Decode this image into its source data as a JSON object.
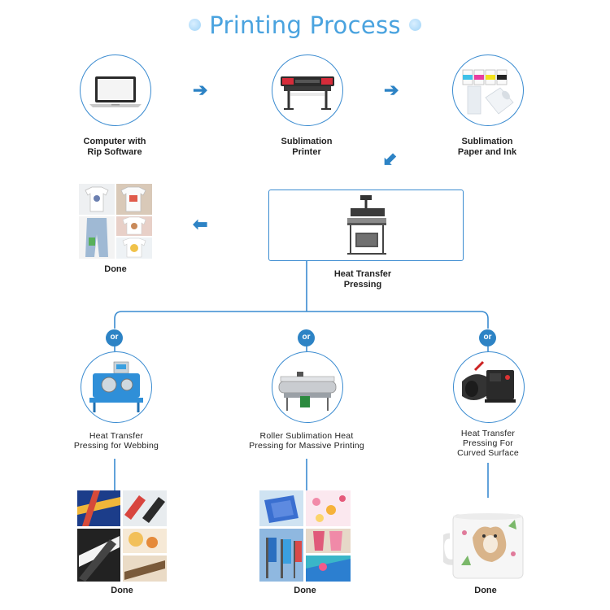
{
  "title": "Printing Process",
  "steps": {
    "computer": "Computer with\nRip Software",
    "printer": "Sublimation\nPrinter",
    "paper": "Sublimation\nPaper and Ink",
    "heat_press": "Heat Transfer\nPressing",
    "done_top": "Done"
  },
  "branches": {
    "or_label": "or",
    "webbing": "Heat Transfer\nPressing for Webbing",
    "roller": "Roller Sublimation Heat\nPressing for Massive Printing",
    "curved": "Heat Transfer\nPressing For\nCurved Surface",
    "done_webbing": "Done",
    "done_roller": "Done",
    "done_curved": "Done"
  },
  "arrows": {
    "right": "➔",
    "down_left": "⬋",
    "left": "⬅"
  },
  "colors": {
    "accent": "#2d83c5",
    "title": "#4aa3df",
    "line": "#3a8bd0"
  }
}
